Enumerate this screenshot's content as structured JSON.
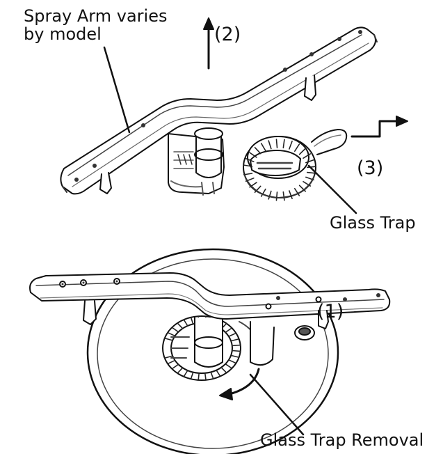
{
  "labels": {
    "spray_arm_line1": "Spray Arm varies",
    "spray_arm_line2": "by model",
    "step2": "(2)",
    "step3": "(3)",
    "glass_trap": "Glass Trap",
    "step1": "(1)",
    "glass_trap_removal": "Glass Trap Removal"
  },
  "colors": {
    "line": "#111111",
    "fill": "#ffffff",
    "shade": "#9a9a9a",
    "dark": "#3a3a3a"
  }
}
